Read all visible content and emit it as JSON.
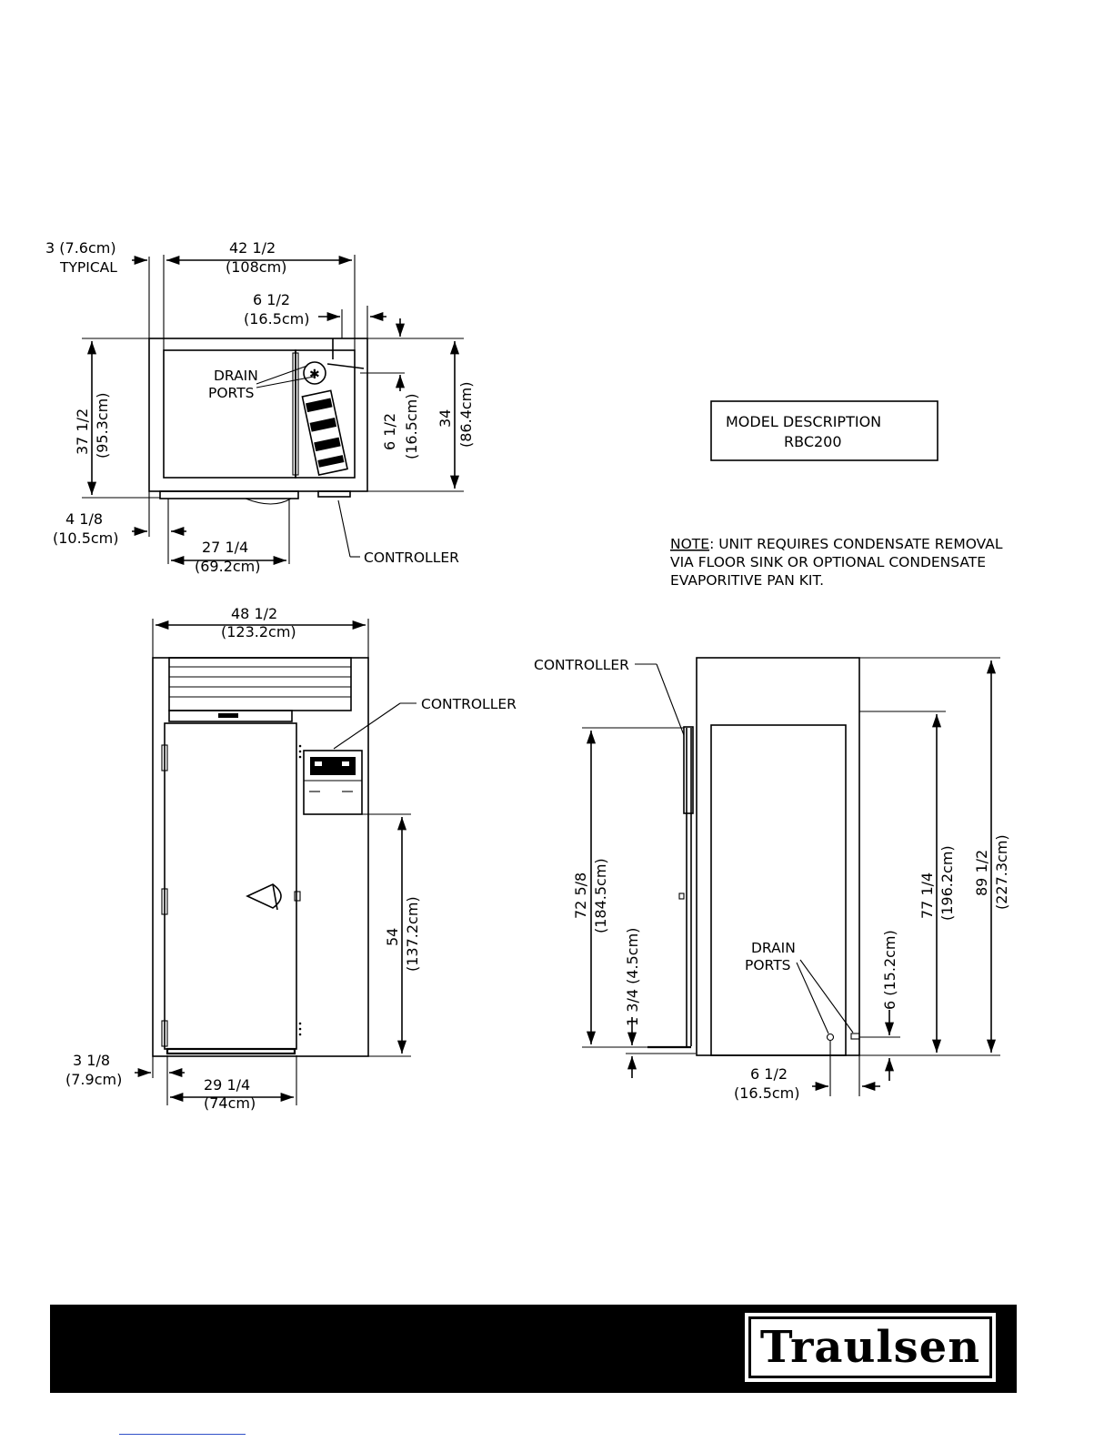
{
  "top_view": {
    "dim_offset": "3 (7.6cm)",
    "dim_offset_note": "TYPICAL",
    "dim_width": "42  1/2",
    "dim_width_cm": "(108cm)",
    "dim_coil": "6  1/2",
    "dim_coil_cm": "(16.5cm)",
    "dim_depth": "37  1/2",
    "dim_depth_cm": "(95.3cm)",
    "dim_port": "6  1/2",
    "dim_port_cm": "(16.5cm)",
    "dim_overall_depth": "34",
    "dim_overall_depth_cm": "(86.4cm)",
    "dim_left": "4  1/8",
    "dim_left_cm": "(10.5cm)",
    "dim_door": "27  1/4",
    "dim_door_cm": "(69.2cm)",
    "drain_label_1": "DRAIN",
    "drain_label_2": "PORTS",
    "controller_label": "CONTROLLER"
  },
  "model_box": {
    "line1": "MODEL  DESCRIPTION",
    "line2": "RBC200"
  },
  "note": {
    "prefix": "NOTE",
    "line1": ":  UNIT  REQUIRES  CONDENSATE  REMOVAL",
    "line2": "VIA  FLOOR  SINK  OR  OPTIONAL  CONDENSATE",
    "line3": "EVAPORITIVE  PAN  KIT."
  },
  "front_view": {
    "dim_width": "48  1/2",
    "dim_width_cm": "(123.2cm)",
    "controller_label": "CONTROLLER",
    "dim_height": "54",
    "dim_height_cm": "(137.2cm)",
    "dim_left": "3  1/8",
    "dim_left_cm": "(7.9cm)",
    "dim_door": "29  1/4",
    "dim_door_cm": "(74cm)"
  },
  "side_view": {
    "controller_label": "CONTROLLER",
    "dim_door_h": "72  5/8",
    "dim_door_h_cm": "(184.5cm)",
    "dim_threshold": "1  3/4  (4.5cm)",
    "drain_label_1": "DRAIN",
    "drain_label_2": "PORTS",
    "dim_port_h": "6  (15.2cm)",
    "dim_body_h": "77  1/4",
    "dim_body_h_cm": "(196.2cm)",
    "dim_overall_h": "89  1/2",
    "dim_overall_h_cm": "(227.3cm)",
    "dim_port_offset": "6  1/2",
    "dim_port_offset_cm": "(16.5cm)"
  },
  "footer": {
    "logo_text": "Traulsen"
  }
}
